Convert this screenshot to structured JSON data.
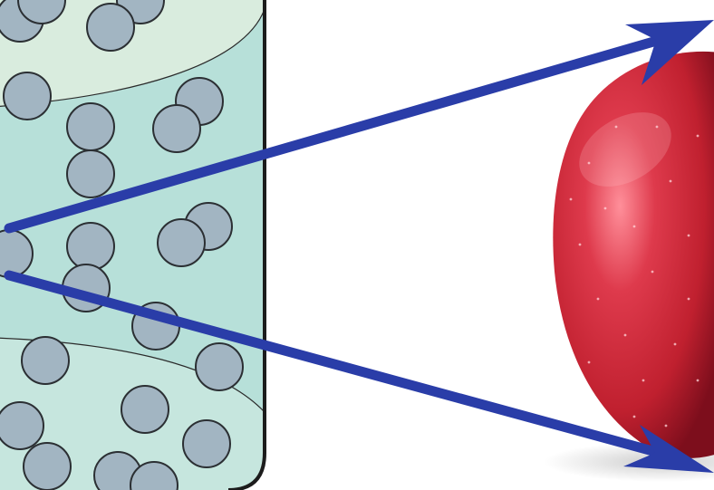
{
  "colors": {
    "background": "#ffffff",
    "beaker_fluid": "#b7e0d9",
    "layer_top": "#d9ecde",
    "layer_bottom": "#c6e6de",
    "outline": "#1c1c1c",
    "particle_fill": "#a2b5c2",
    "particle_stroke": "#2b2f33",
    "arrow": "#2a3da8",
    "apple_red": "#c8263a",
    "apple_dark": "#7d0e1c",
    "apple_highlight": "#ff8f9a"
  },
  "diagram": {
    "left_panel": "beaker-with-particles",
    "right_panel": "apple-photo",
    "connectors": [
      "arrow-up-right",
      "arrow-down-right"
    ]
  }
}
